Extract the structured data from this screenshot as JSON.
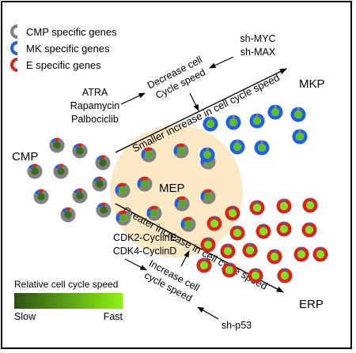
{
  "legend": {
    "cmp": "CMP specific genes",
    "mk": "MK specific genes",
    "e": "E specific genes"
  },
  "populations": {
    "cmp": "CMP",
    "mep": "MEP",
    "mkp": "MKP",
    "erp": "ERP"
  },
  "upper": {
    "drugs": [
      "ATRA",
      "Rapamycin",
      "Palbociclib"
    ],
    "decrease": [
      "Decrease cell",
      "Cycle speed"
    ],
    "knockdown": [
      "sh-MYC",
      "sh-MAX"
    ],
    "path_label": "Smaller increase in cell cycle speed"
  },
  "lower": {
    "cyclins": [
      "CDK2-CyclinE",
      "CDK4-CyclinD"
    ],
    "increase": [
      "Increase cell",
      "cycle speed"
    ],
    "knockdown": "sh-p53",
    "path_label": "Greater increase in cell cycle speed"
  },
  "scale": {
    "title": "Relative cell cycle speed",
    "slow": "Slow",
    "fast": "Fast"
  },
  "colors": {
    "cmp_ring": "#808080",
    "mk_ring": "#1f5fe0",
    "e_ring": "#d3261d",
    "slow_core": "#3a6b1f",
    "fast_core": "#7dd320",
    "mep_halo": "#fbe9c6"
  }
}
